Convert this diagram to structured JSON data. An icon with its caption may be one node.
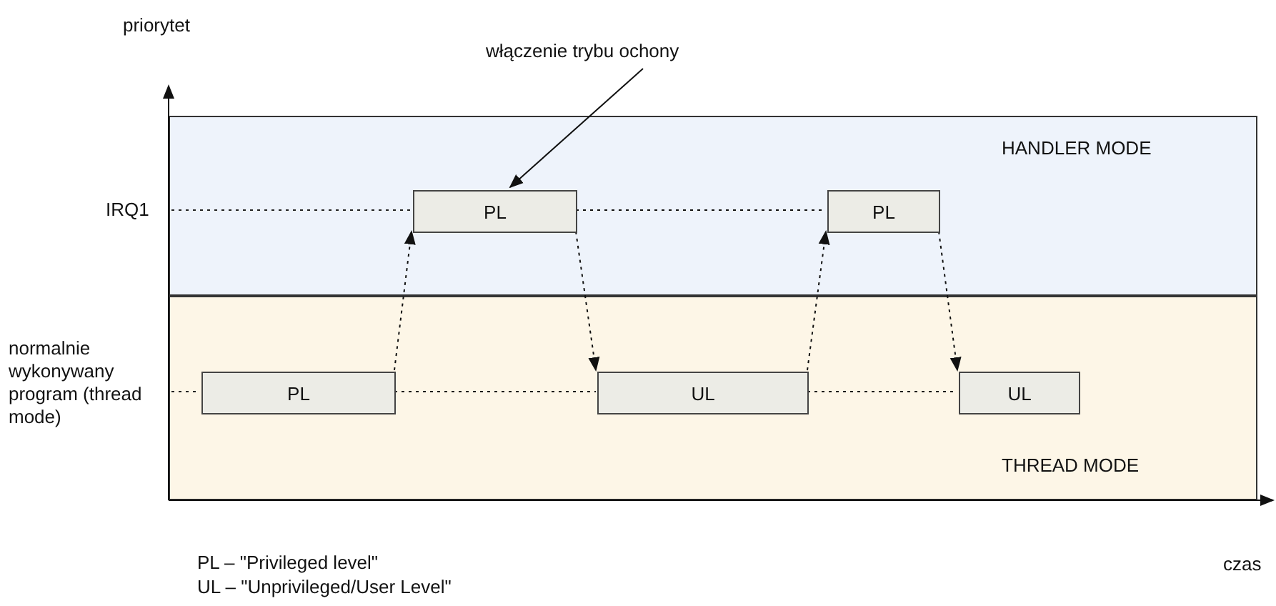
{
  "diagram": {
    "nodes": [
      {
        "text": [
          "HANDLER MODE"
        ]
      },
      {
        "text": [
          "THREAD MODE"
        ]
      },
      {
        "text": [
          "PL"
        ],
        "in": 0
      },
      {
        "text": [
          "PL"
        ],
        "in": 0
      },
      {
        "text": [
          "PL"
        ],
        "in": 1
      },
      {
        "text": [
          "UL"
        ],
        "in": 1
      },
      {
        "text": [
          "UL"
        ],
        "in": 1
      },
      {
        "text": [
          "włączenie trybu ochony"
        ]
      }
    ],
    "edges": [
      {
        "from": 7,
        "to": 2,
        "arrow": "to"
      },
      {
        "from": 4,
        "to": 2,
        "arrow": "to",
        "style": "dashed"
      },
      {
        "from": 2,
        "to": 5,
        "arrow": "to",
        "style": "dashed"
      },
      {
        "from": 5,
        "to": 3,
        "arrow": "to",
        "style": "dashed"
      },
      {
        "from": 3,
        "to": 6,
        "arrow": "to",
        "style": "dashed"
      },
      {
        "from": 2,
        "to": 3,
        "arrow": "none",
        "style": "dashed"
      },
      {
        "from": 4,
        "to": 5,
        "arrow": "none",
        "style": "dashed"
      },
      {
        "from": 5,
        "to": 6,
        "arrow": "none",
        "style": "dashed"
      }
    ],
    "labels": [
      "priorytet",
      "IRQ1",
      "normalnie wykonywany program (thread mode)",
      "czas",
      "PL – \"Privileged level\"",
      "UL – \"Unprivileged/User Level\""
    ]
  }
}
